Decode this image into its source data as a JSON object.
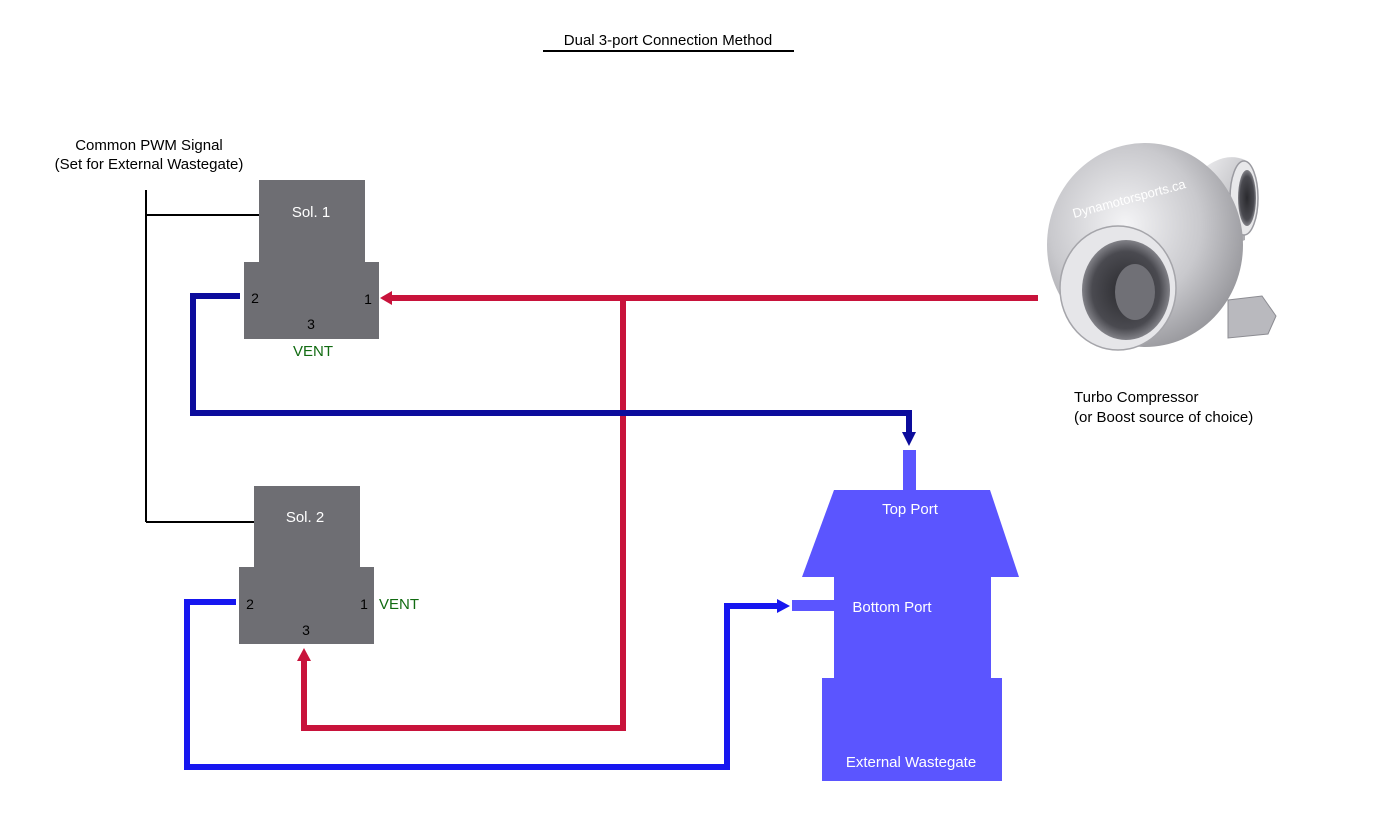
{
  "title": "Dual 3-port Connection Method",
  "signal": {
    "line1": "Common PWM Signal",
    "line2": "(Set for External Wastegate)"
  },
  "sol1": {
    "name": "Sol. 1",
    "port1": "1",
    "port2": "2",
    "port3": "3",
    "vent": "VENT"
  },
  "sol2": {
    "name": "Sol. 2",
    "port1": "1",
    "port2": "2",
    "port3": "3",
    "vent": "VENT"
  },
  "turbo": {
    "line1": "Turbo Compressor",
    "line2": "(or Boost source of choice)",
    "watermark": "Dynamotorsports.ca"
  },
  "wastegate": {
    "top_port": "Top Port",
    "bottom_port": "Bottom Port",
    "name": "External Wastegate"
  },
  "colors": {
    "boost_line": "#c8133b",
    "sol1_to_top": "#0c0c9c",
    "sol2_to_bottom": "#1616f0",
    "wastegate": "#5b55ff",
    "solenoid": "#6e6e73",
    "vent_text": "#116b11",
    "signal_wire": "#000000"
  }
}
